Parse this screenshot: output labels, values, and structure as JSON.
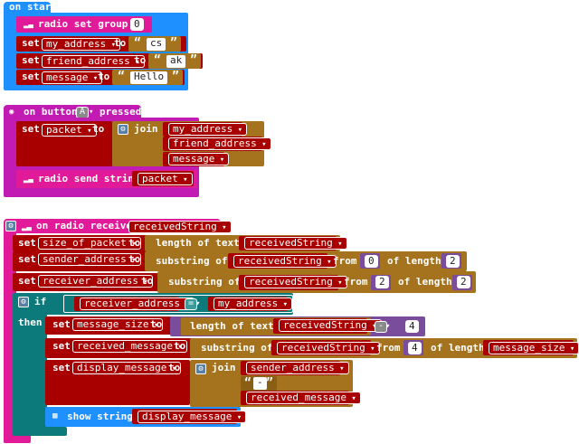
{
  "on_start": {
    "hat_label": "on start",
    "radio_set_group_label": "radio set group",
    "group_value": "0",
    "sets": [
      {
        "set": "set",
        "var": "my_address",
        "to": "to",
        "value": "cs"
      },
      {
        "set": "set",
        "var": "friend_address",
        "to": "to",
        "value": "ak"
      },
      {
        "set": "set",
        "var": "message",
        "to": "to",
        "value": "Hello"
      }
    ]
  },
  "on_button": {
    "on_button_label": "on button",
    "button": "A",
    "pressed_label": "pressed",
    "set": "set",
    "var": "packet",
    "to": "to",
    "join_label": "join",
    "join_items": [
      "my_address",
      "friend_address",
      "message"
    ],
    "radio_send_label": "radio send string",
    "send_var": "packet"
  },
  "on_received": {
    "hat_label": "on radio received",
    "param": "receivedString",
    "set1": {
      "set": "set",
      "var": "size_of_packet",
      "to": "to",
      "fn": "length of text",
      "arg": "receivedString"
    },
    "set2": {
      "set": "set",
      "var": "sender_address",
      "to": "to",
      "fn": "substring of",
      "arg": "receivedString",
      "from_label": "from",
      "from": "0",
      "length_label": "of length",
      "length": "2"
    },
    "set3": {
      "set": "set",
      "var": "receiver_address",
      "to": "to",
      "fn": "substring of",
      "arg": "receivedString",
      "from_label": "from",
      "from": "2",
      "length_label": "of length",
      "length": "2"
    },
    "if_label": "if",
    "then_label": "then",
    "cond_left": "receiver_address",
    "cond_op": "=",
    "cond_right": "my_address",
    "then1": {
      "set": "set",
      "var": "message_size",
      "to": "to",
      "fn": "length of text",
      "arg": "receivedString",
      "op": "-",
      "num": "4"
    },
    "then2": {
      "set": "set",
      "var": "received_message",
      "to": "to",
      "fn": "substring of",
      "arg": "receivedString",
      "from_label": "from",
      "from": "4",
      "length_label": "of length",
      "length": "message_size"
    },
    "then3": {
      "set": "set",
      "var": "display_message",
      "to": "to",
      "join_label": "join",
      "join_items": [
        "sender_address",
        "-",
        "received_message"
      ]
    },
    "show_label": "show string",
    "show_var": "display_message"
  },
  "colors": {
    "radio": "#e11a9a",
    "variables": "#a80000",
    "text": "#a5731e",
    "logic": "#0c7a7a",
    "basic": "#1e90ff",
    "math": "#7a4c9c",
    "input": "#c11bb4"
  }
}
